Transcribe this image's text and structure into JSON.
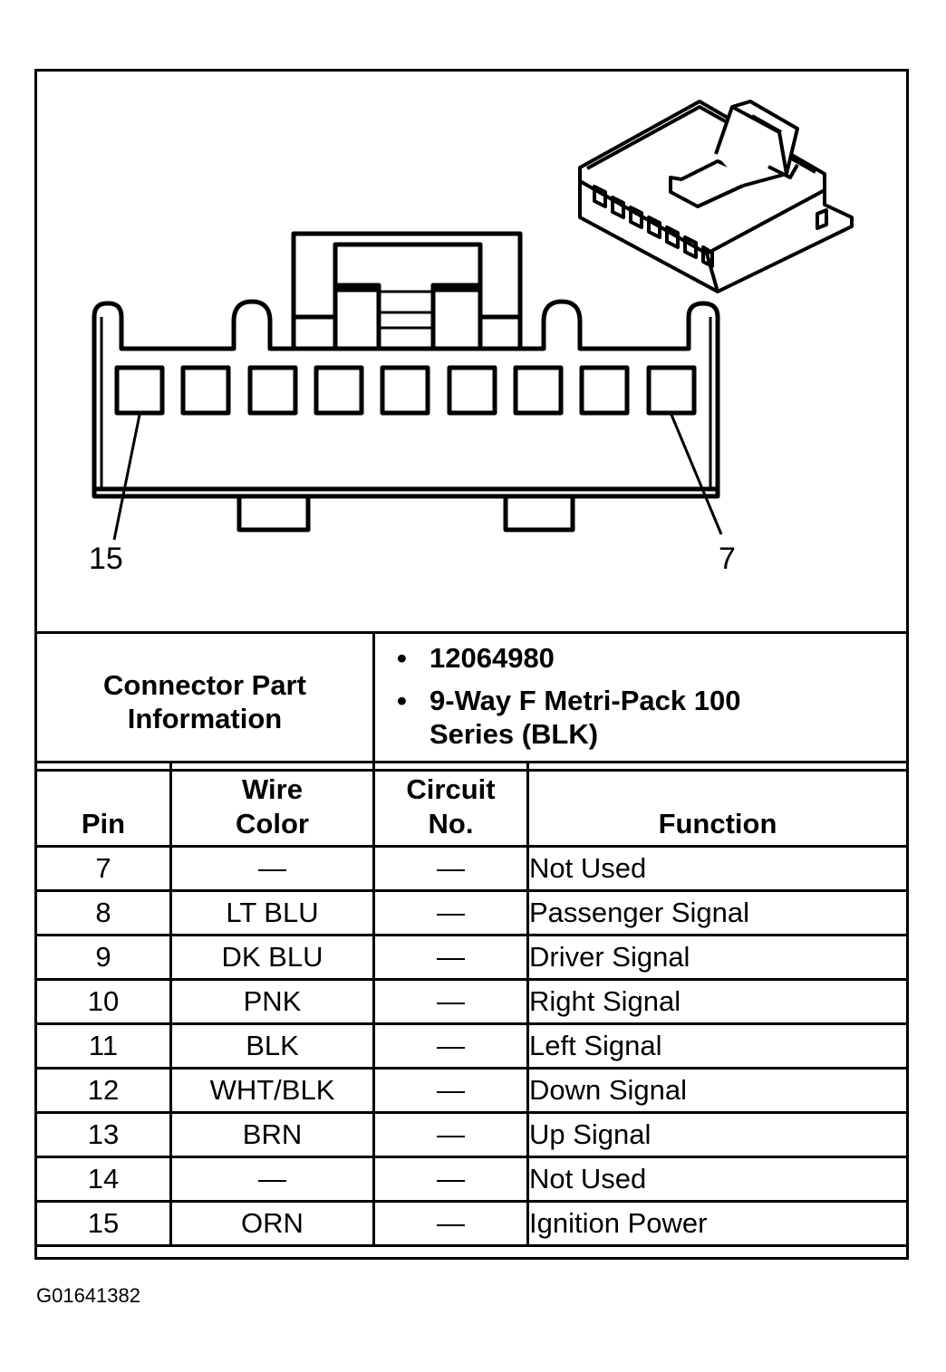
{
  "diagram": {
    "pin_left_label": "15",
    "pin_right_label": "7",
    "pin_count": 9
  },
  "connector_info": {
    "label": "Connector Part Information",
    "bullets": [
      "12064980",
      "9-Way F Metri-Pack 100 Series (BLK)"
    ]
  },
  "table": {
    "headers": {
      "pin": "Pin",
      "wire_color": "Wire Color",
      "circuit_no": "Circuit No.",
      "function": "Function"
    },
    "rows": [
      {
        "pin": "7",
        "wire": "—",
        "circuit": "—",
        "function": "Not Used"
      },
      {
        "pin": "8",
        "wire": "LT BLU",
        "circuit": "—",
        "function": "Passenger Signal"
      },
      {
        "pin": "9",
        "wire": "DK BLU",
        "circuit": "—",
        "function": "Driver Signal"
      },
      {
        "pin": "10",
        "wire": "PNK",
        "circuit": "—",
        "function": "Right Signal"
      },
      {
        "pin": "11",
        "wire": "BLK",
        "circuit": "—",
        "function": "Left Signal"
      },
      {
        "pin": "12",
        "wire": "WHT/BLK",
        "circuit": "—",
        "function": "Down Signal"
      },
      {
        "pin": "13",
        "wire": "BRN",
        "circuit": "—",
        "function": "Up Signal"
      },
      {
        "pin": "14",
        "wire": "—",
        "circuit": "—",
        "function": "Not Used"
      },
      {
        "pin": "15",
        "wire": "ORN",
        "circuit": "—",
        "function": "Ignition Power"
      }
    ]
  },
  "figure_id": "G01641382"
}
